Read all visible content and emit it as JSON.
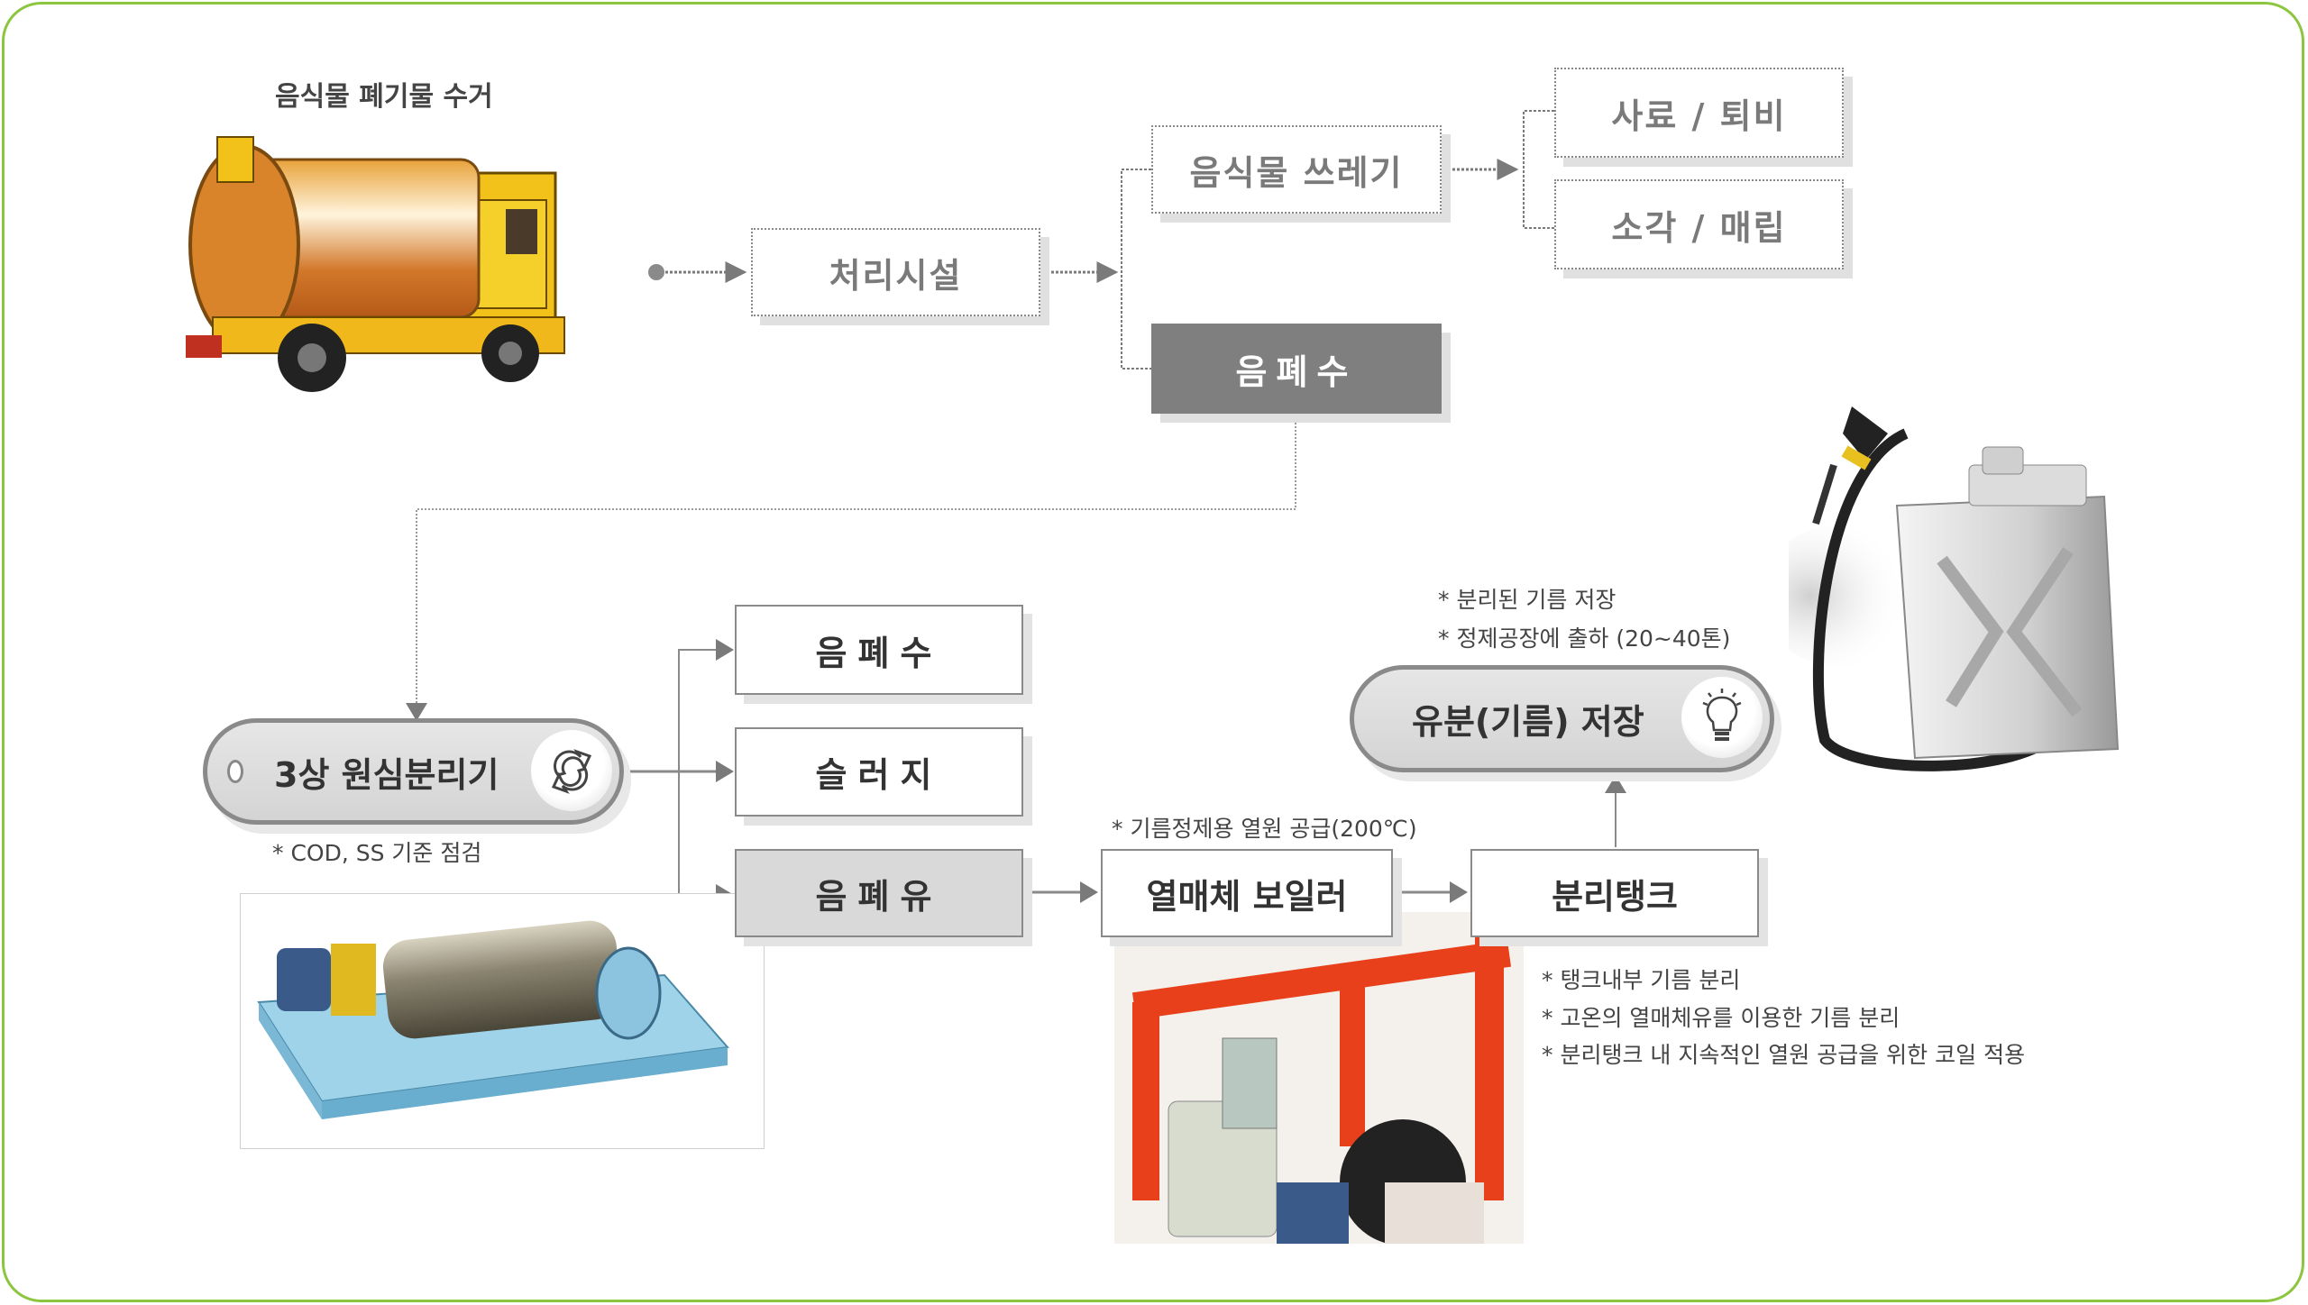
{
  "diagram": {
    "frame_color": "#8cc63f",
    "collection": {
      "title": "음식물 폐기물 수거",
      "image": "garbage-truck"
    },
    "top_flow": {
      "facility": "처리시설",
      "food_waste": "음식물 쓰레기",
      "feed_compost": "사료 / 퇴비",
      "incinerate_landfill": "소각 / 매립",
      "leachate": "음폐수"
    },
    "separator": {
      "label": "3상 원심분리기",
      "icon": "recycle-arrows-icon",
      "note": "* COD, SS 기준 점검",
      "image": "decanter-centrifuge"
    },
    "outputs": {
      "leachate": "음폐수",
      "sludge": "슬러지",
      "waste_oil": "음폐유"
    },
    "boiler": {
      "label": "열매체 보일러",
      "note": "* 기름정제용 열원 공급(200℃)",
      "image": "thermal-oil-boiler"
    },
    "tank": {
      "label": "분리탱크",
      "notes": [
        "* 탱크내부 기름 분리",
        "* 고온의 열매체유를 이용한 기름 분리",
        "* 분리탱크 내 지속적인 열원 공급을 위한 코일 적용"
      ]
    },
    "storage": {
      "label": "유분(기름) 저장",
      "icon": "lightbulb-icon",
      "notes": [
        "* 분리된 기름 저장",
        "* 정제공장에 출하 (20~40톤)"
      ],
      "image": "fuel-jerry-can"
    }
  }
}
